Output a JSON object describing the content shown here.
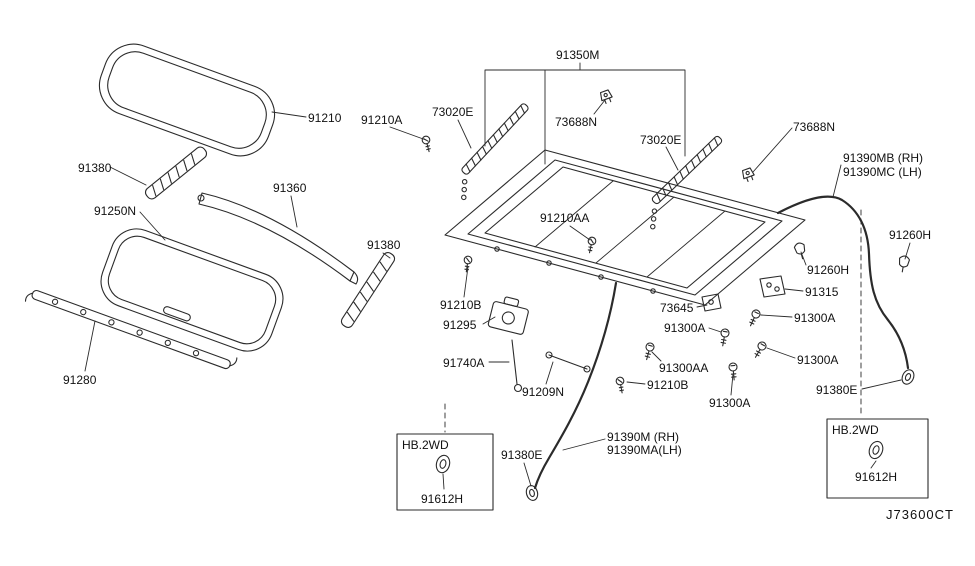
{
  "colors": {
    "background": "#ffffff",
    "line": "#2b2b2b",
    "text": "#111111"
  },
  "diagram_code": "J73600CT",
  "parts_labels": [
    {
      "text": "91350M"
    },
    {
      "text": "91210"
    },
    {
      "text": "91210A"
    },
    {
      "text": "73020E"
    },
    {
      "text": "73688N"
    },
    {
      "text": "73020E"
    },
    {
      "text": "73688N"
    },
    {
      "text": "91390MB (RH)"
    },
    {
      "text": "91390MC (LH)"
    },
    {
      "text": "91380"
    },
    {
      "text": "91360"
    },
    {
      "text": "91250N"
    },
    {
      "text": "91210AA"
    },
    {
      "text": "91260H"
    },
    {
      "text": "91380"
    },
    {
      "text": "91260H"
    },
    {
      "text": "91315"
    },
    {
      "text": "91210B"
    },
    {
      "text": "73645"
    },
    {
      "text": "91300A"
    },
    {
      "text": "91295"
    },
    {
      "text": "91300A"
    },
    {
      "text": "91740A"
    },
    {
      "text": "91300AA"
    },
    {
      "text": "91300A"
    },
    {
      "text": "91209N"
    },
    {
      "text": "91210B"
    },
    {
      "text": "91300A"
    },
    {
      "text": "91380E"
    },
    {
      "text": "91280"
    },
    {
      "text": "91390M (RH)"
    },
    {
      "text": "91390MA(LH)"
    },
    {
      "text": "91380E"
    }
  ],
  "inset_boxes": [
    {
      "title": "HB.2WD",
      "part": "91612H"
    },
    {
      "title": "HB.2WD",
      "part": "91612H"
    }
  ]
}
